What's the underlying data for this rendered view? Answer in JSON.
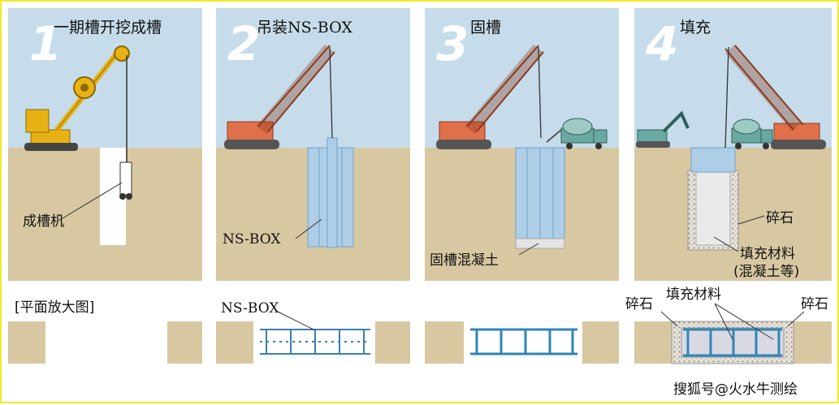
{
  "panels": [
    {
      "number": "1",
      "title": "一期槽开挖成槽",
      "label": "成槽机"
    },
    {
      "number": "2",
      "title": "吊装NS-BOX",
      "label": "NS-BOX"
    },
    {
      "number": "3",
      "title": "固槽",
      "label": "固槽混凝土"
    },
    {
      "number": "4",
      "title": "填充",
      "label_gravel": "碎石",
      "label_fill_1": "填充材料",
      "label_fill_2": "(混凝土等)"
    }
  ],
  "plan": {
    "title": "[平面放大图]",
    "ns_box_label": "NS-BOX",
    "gravel_left": "碎石",
    "fill_label": "填充材料",
    "gravel_right": "碎石"
  },
  "watermark": "搜狐号@火水牛测绘",
  "colors": {
    "sky": "#c6dcea",
    "ground": "#d8c8a2",
    "wall": "#aecde6",
    "steel": "#2f86b7",
    "border": "#f2ea2a"
  }
}
